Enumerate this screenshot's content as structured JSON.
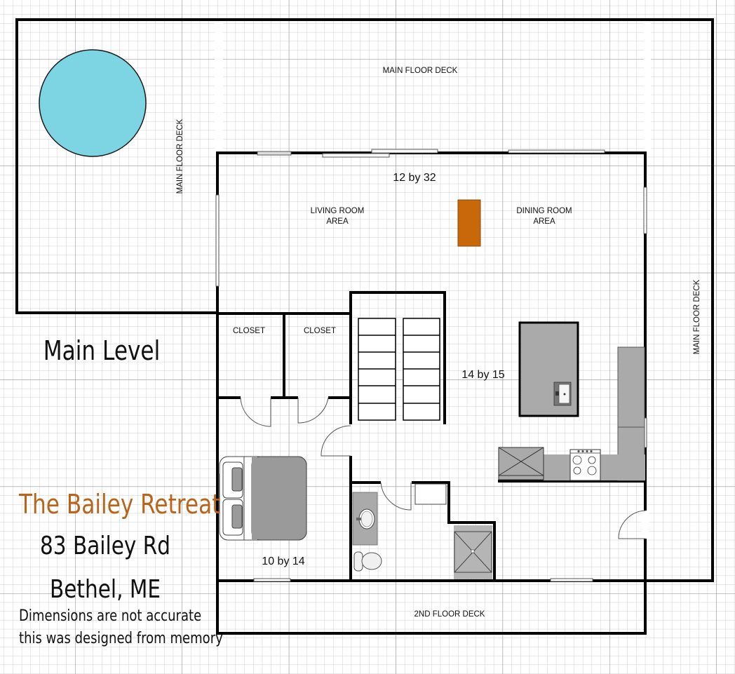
{
  "title": {
    "level": "Main Level",
    "property_name": "The Bailey Retreat",
    "address_street": "83 Bailey Rd",
    "address_city": "Bethel, ME",
    "disclaimer_line1": "Dimensions are not accurate",
    "disclaimer_line2": "this was designed from memory"
  },
  "colors": {
    "brand": "#B8651B",
    "pool": "#7DD5E3",
    "fireplace": "#C8680A",
    "counter": "#AAAAAA",
    "wall": "#000000",
    "grid_minor": "#CFCFCF",
    "grid_major": "#8A8A8A"
  },
  "labels": {
    "deck_top": "MAIN FLOOR DECK",
    "deck_left": "MAIN FLOOR DECK",
    "deck_right": "MAIN FLOOR DECK",
    "deck_bottom": "2ND FLOOR DECK",
    "living_line1": "LIVING ROOM",
    "living_line2": "AREA",
    "dining_line1": "DINING ROOM",
    "dining_line2": "AREA",
    "closet1": "CLOSET",
    "closet2": "CLOSET"
  },
  "dimensions": {
    "great_room": "12 by 32",
    "kitchen": "14 by 15",
    "bedroom": "10 by 14"
  },
  "features": [
    {
      "name": "hot-tub",
      "shape": "circle"
    },
    {
      "name": "fireplace",
      "shape": "rectangle"
    },
    {
      "name": "stairs",
      "count": 2,
      "steps_each": 6
    },
    {
      "name": "kitchen-island-with-sink"
    },
    {
      "name": "l-shaped-counter-with-stove-and-refrigerator"
    },
    {
      "name": "queen-bed"
    },
    {
      "name": "bathroom-vanity"
    },
    {
      "name": "toilet"
    },
    {
      "name": "shower"
    }
  ]
}
